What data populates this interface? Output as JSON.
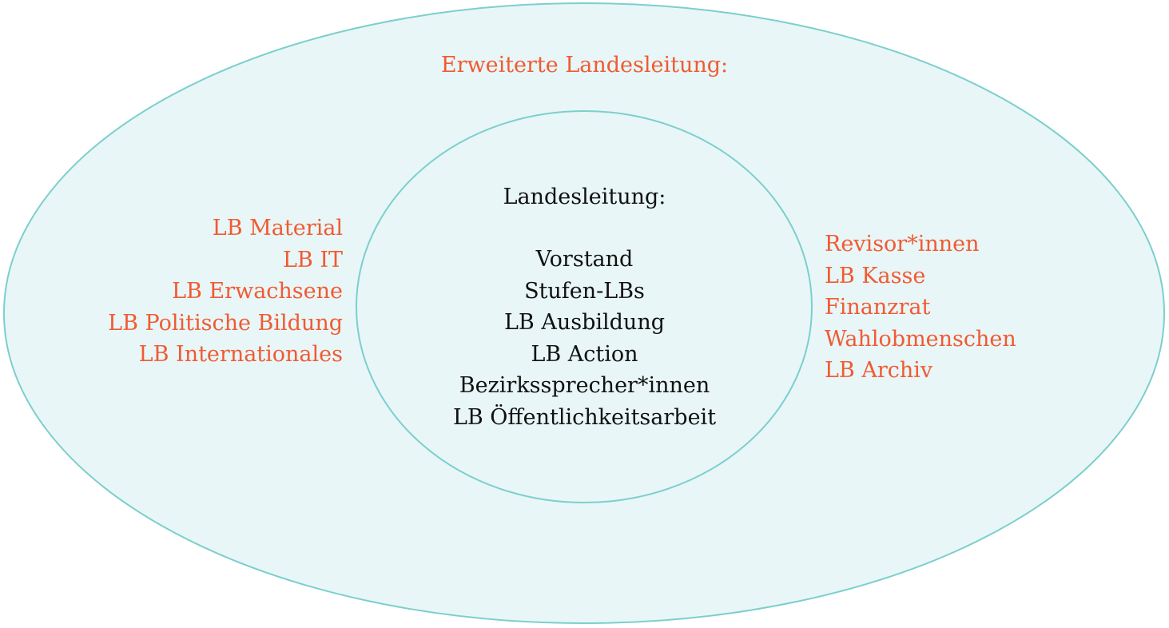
{
  "colors": {
    "fill": "#e8f6f7",
    "stroke": "#7ccfcc",
    "accent": "#f15a32",
    "text": "#111111"
  },
  "outer": {
    "title": "Erweiterte Landesleitung:",
    "left_items": [
      "LB Material",
      "LB IT",
      "LB Erwachsene",
      "LB Politische Bildung",
      "LB Internationales"
    ],
    "right_items": [
      "Revisor*innen",
      "LB Kasse",
      "Finanzrat",
      "Wahlobmenschen",
      "LB Archiv"
    ]
  },
  "inner": {
    "title": "Landesleitung:",
    "items": [
      "Vorstand",
      "Stufen-LBs",
      "LB Ausbildung",
      "LB Action",
      "Bezirkssprecher*innen",
      "LB Öffentlichkeitsarbeit"
    ]
  }
}
